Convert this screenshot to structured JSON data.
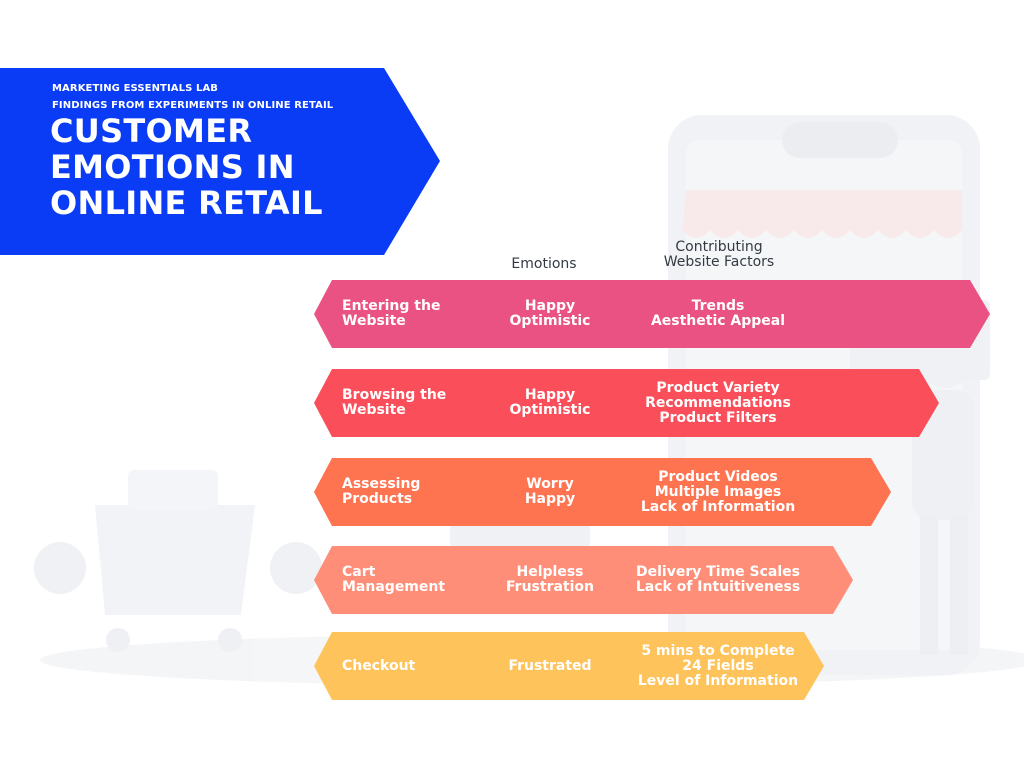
{
  "header": {
    "kicker_1": "MARKETING ESSENTIALS LAB",
    "kicker_2": "FINDINGS FROM EXPERIMENTS IN ONLINE RETAIL",
    "title": "CUSTOMER EMOTIONS IN ONLINE RETAIL"
  },
  "columns": {
    "emotions": "Emotions",
    "factors": "Contributing\nWebsite Factors"
  },
  "stages": [
    {
      "stage": "Entering the\nWebsite",
      "emotions": "Happy\nOptimistic",
      "factors": "Trends\nAesthetic Appeal",
      "color": "#e95282"
    },
    {
      "stage": "Browsing the\nWebsite",
      "emotions": "Happy\nOptimistic",
      "factors": "Product Variety\nRecommendations\nProduct Filters",
      "color": "#fa4f5a"
    },
    {
      "stage": "Assessing\nProducts",
      "emotions": "Worry\nHappy",
      "factors": "Product Videos\nMultiple Images\nLack of Information",
      "color": "#fe7350"
    },
    {
      "stage": "Cart\nManagement",
      "emotions": "Helpless\nFrustration",
      "factors": "Delivery Time Scales\nLack of Intuitiveness",
      "color": "#fe8e77"
    },
    {
      "stage": "Checkout",
      "emotions": "Frustrated",
      "factors": "5 mins to Complete\n24 Fields\nLevel of Information",
      "color": "#fec35a"
    }
  ],
  "colors": {
    "header_bg": "#0a3cf5",
    "text_dark": "#333a44",
    "illustration": "#eef0f4"
  }
}
